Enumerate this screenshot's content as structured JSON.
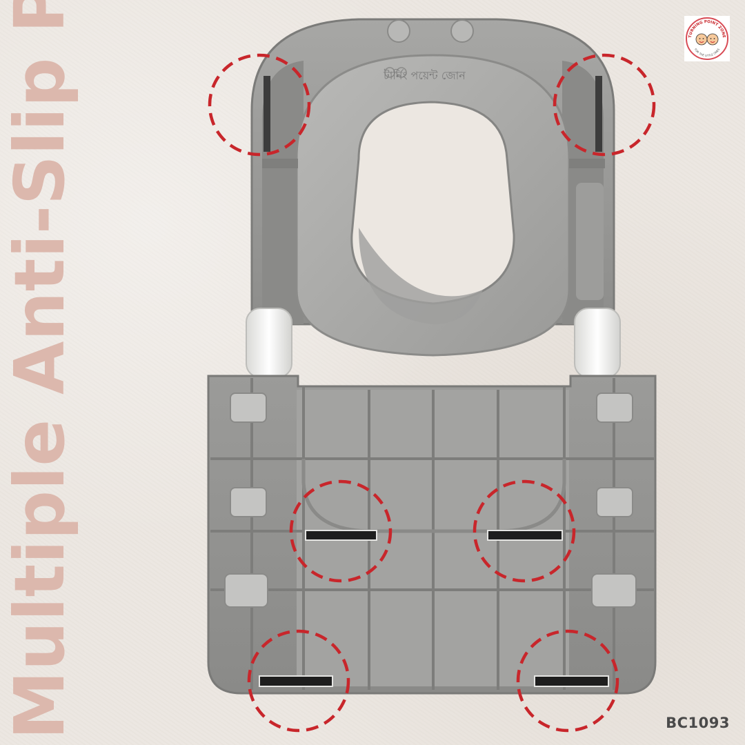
{
  "headline": "Multiple Anti-Slip Pads",
  "product_code": "BC1093",
  "seat_brand_text": "টার্নিং পয়েন্ট জোন",
  "logo": {
    "top_text": "TURNING POINT ZONE",
    "bottom_text": "FOR THE LITTLE ONES"
  },
  "colors": {
    "headline": "#dcb8ad",
    "highlight_circles": "#c8262b",
    "product_gray": "#8e8e8e",
    "background": "#ece7e1"
  },
  "highlighted_pads_count": 6
}
